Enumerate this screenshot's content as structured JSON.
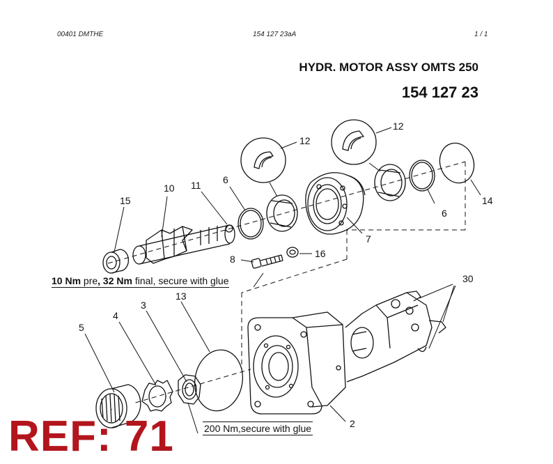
{
  "header": {
    "left": "00401 DMTHE",
    "center": "154 127 23aA",
    "right": "1 / 1"
  },
  "title": {
    "main": "HYDR. MOTOR ASSY OMTS 250",
    "part_number": "154 127 23"
  },
  "callouts": {
    "c2": "2",
    "c3": "3",
    "c4": "4",
    "c5": "5",
    "c6a": "6",
    "c6b": "6",
    "c7": "7",
    "c8": "8",
    "c10": "10",
    "c11": "11",
    "c12a": "12",
    "c12b": "12",
    "c13": "13",
    "c14": "14",
    "c15": "15",
    "c16": "16",
    "c30": "30"
  },
  "notes": {
    "torque_b1": "10 Nm",
    "torque_t1": " pre",
    "torque_b2": ", 32 Nm",
    "torque_t2": " final, secure with glue",
    "nut": "200 Nm,secure with glue"
  },
  "ref_label": "REF: 71"
}
